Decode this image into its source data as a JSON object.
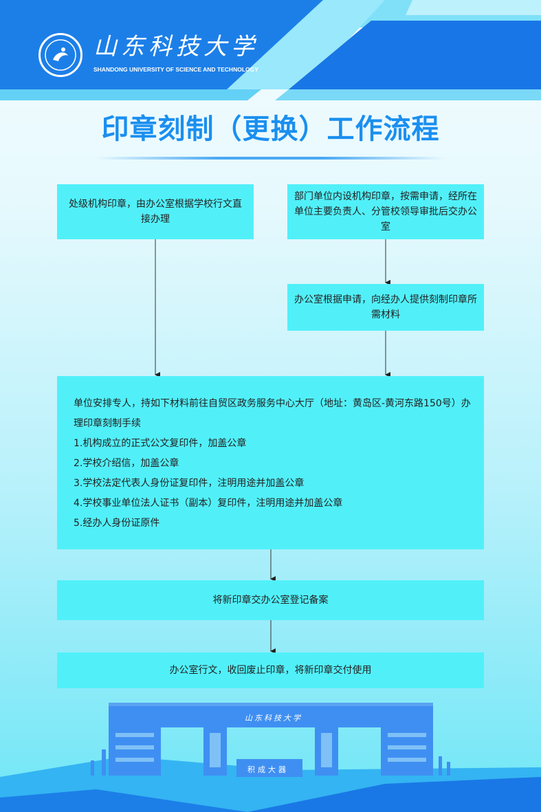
{
  "logo": {
    "name_cn": "山东科技大学",
    "name_en": "SHANDONG UNIVERSITY OF SCIENCE AND TECHNOLOGY"
  },
  "title": "印章刻制（更换）工作流程",
  "flow": {
    "box_a": "处级机构印章，由办公室根据学校行文直接办理",
    "box_b": "部门单位内设机构印章，按需申请，经所在单位主要负责人、分管校领导审批后交办公室",
    "box_c": "办公室根据申请，向经办人提供刻制印章所需材料",
    "box_d": {
      "intro": "单位安排专人，持如下材料前往自贸区政务服务中心大厅（地址：黄岛区-黄河东路150号）办理印章刻制手续",
      "items": [
        "1.机构成立的正式公文复印件，加盖公章",
        "2.学校介绍信，加盖公章",
        "3.学校法定代表人身份证复印件，注明用途并加盖公章",
        "4.学校事业单位法人证书（副本）复印件，注明用途并加盖公章",
        "5.经办人身份证原件"
      ]
    },
    "box_e": "将新印章交办公室登记备案",
    "box_f": "办公室行文，收回废止印章，将新印章交付使用"
  },
  "gate": {
    "inscription": "山东科技大学",
    "plaque": "积成大器"
  },
  "colors": {
    "box": "#51f0f9",
    "title": "#1a8ff0",
    "brand_blue": "#1f86f0",
    "light_blue": "#6fdcf7"
  }
}
